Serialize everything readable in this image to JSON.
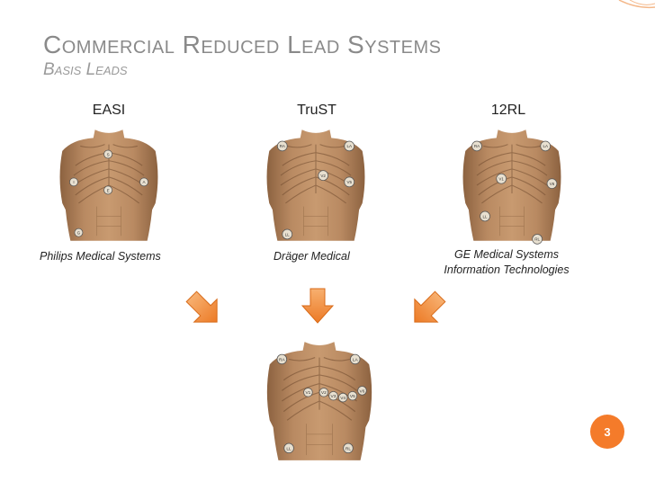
{
  "slide": {
    "title": "Commercial Reduced Lead Systems",
    "subtitle": "Basis Leads",
    "page_number": "3"
  },
  "systems": [
    {
      "name": "EASI",
      "maker_line1": "Philips Medical Systems",
      "maker_line2": ""
    },
    {
      "name": "TruST",
      "maker_line1": "Dräger Medical",
      "maker_line2": ""
    },
    {
      "name": "12RL",
      "maker_line1": "GE Medical Systems",
      "maker_line2": "Information Technologies"
    }
  ],
  "electrodes": {
    "easi": [
      "S",
      "I",
      "E",
      "A",
      "G"
    ],
    "trust": [
      "RA",
      "LA",
      "V2",
      "V5",
      "LL"
    ],
    "twelve_rl": [
      "RA",
      "LA",
      "V1",
      "V6",
      "LL",
      "RL"
    ],
    "basis": [
      "RA",
      "LA",
      "V1",
      "V2",
      "V3",
      "V4",
      "V5",
      "V6",
      "LL",
      "RL"
    ]
  },
  "colors": {
    "accent": "#f47b2a",
    "title": "#8a8a8a",
    "skin": "#b98a62",
    "skin_dark": "#8c6240",
    "arrow": "#f08a30"
  },
  "icons": {
    "arrow_left": "arrow-down-right-icon",
    "arrow_center": "arrow-down-icon",
    "arrow_right": "arrow-down-left-icon"
  }
}
